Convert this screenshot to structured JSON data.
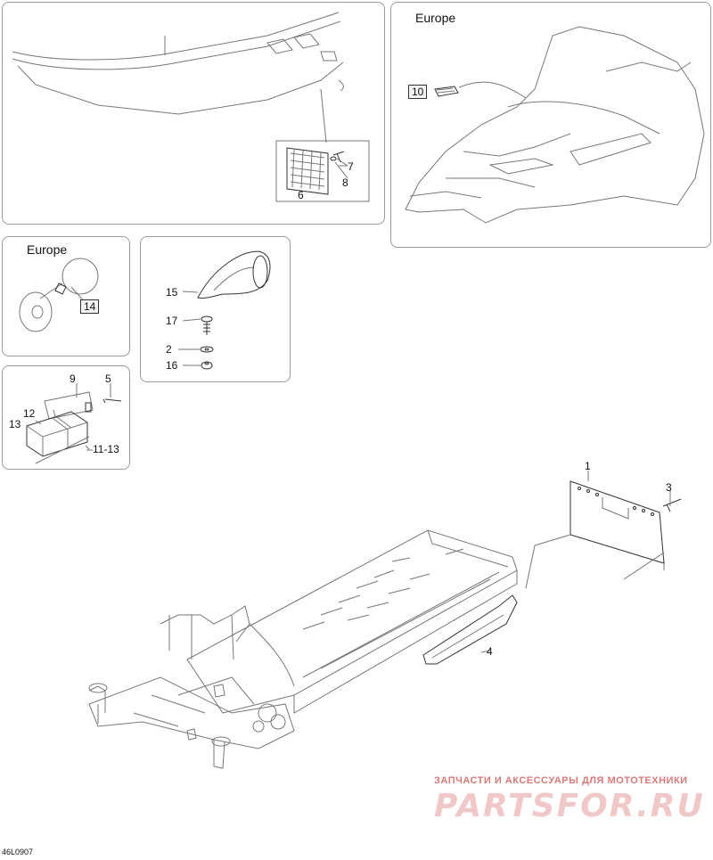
{
  "regions": {
    "europe_top": "Europe",
    "europe_horn": "Europe"
  },
  "callouts": {
    "c1": "1",
    "c2": "2",
    "c3": "3",
    "c4": "4",
    "c5": "5",
    "c6": "6",
    "c7": "7",
    "c8": "8",
    "c9": "9",
    "c10": "10",
    "c11_13": "11-13",
    "c12": "12",
    "c13": "13",
    "c14": "14",
    "c15": "15",
    "c16": "16",
    "c17": "17"
  },
  "watermark": {
    "tagline": "ЗАПЧАСТИ И АКСЕССУАРЫ ДЛЯ МОТОТЕХНИКИ",
    "brand": "PARTSFOR.RU"
  },
  "drawing_code": "46L0907"
}
